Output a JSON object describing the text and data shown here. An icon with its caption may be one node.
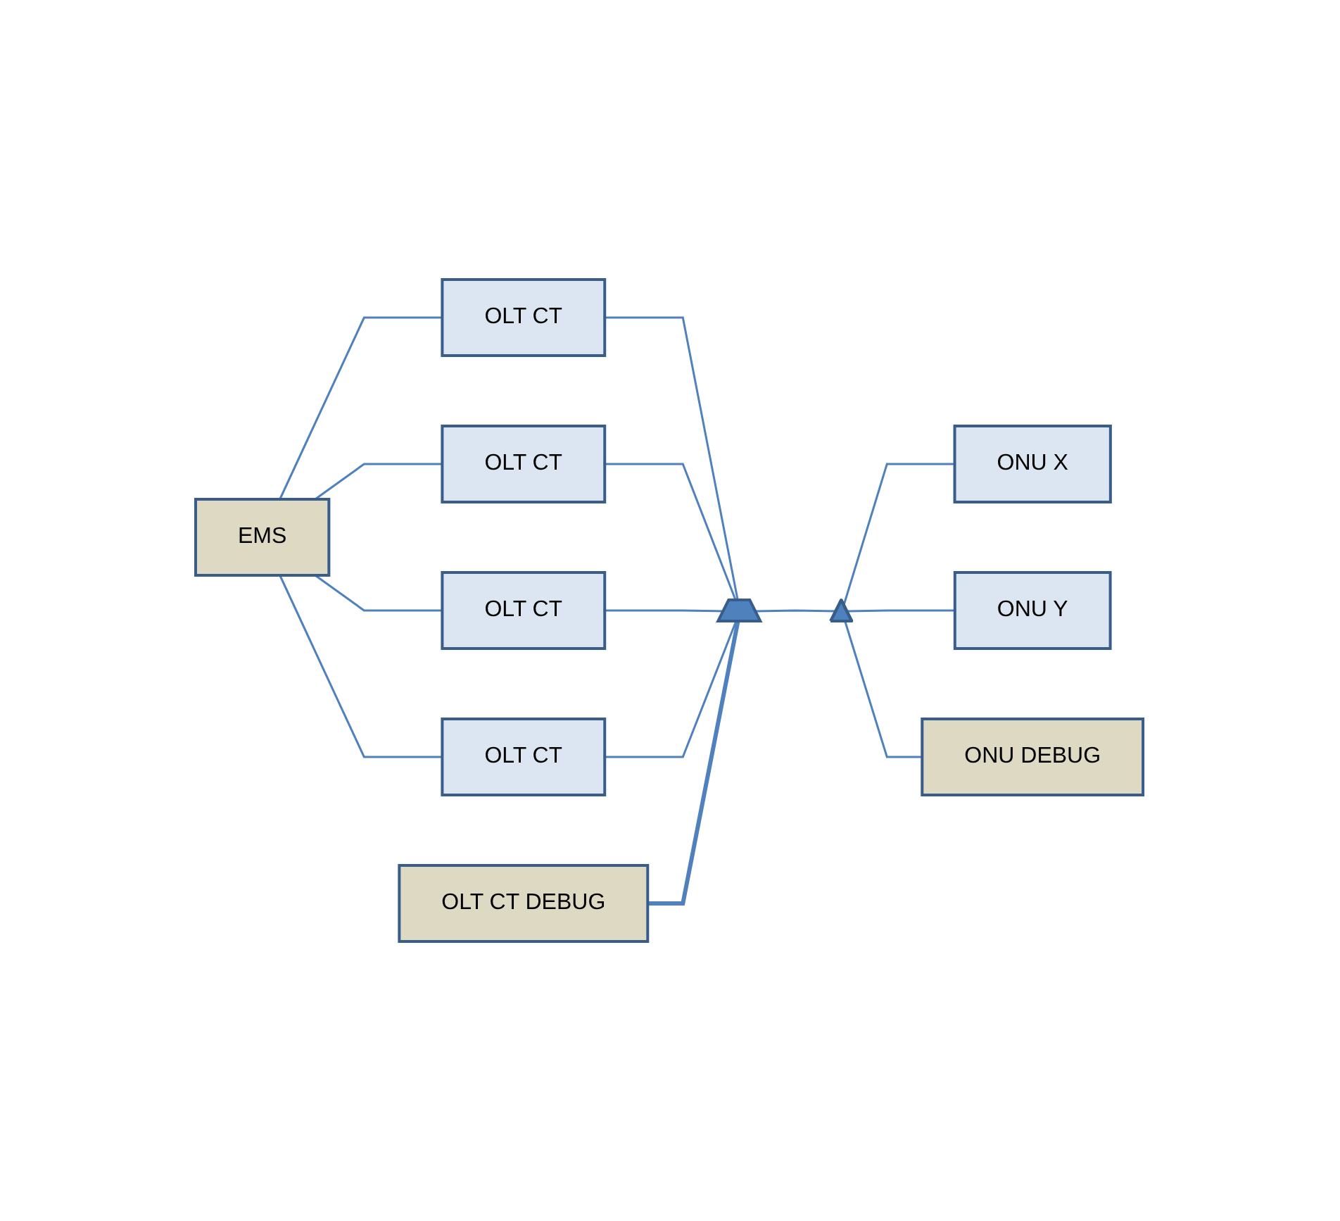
{
  "diagram": {
    "nodes": [
      {
        "text": [
          "EMS"
        ]
      },
      {
        "text": [
          "OLT CT"
        ]
      },
      {
        "text": [
          "OLT CT"
        ]
      },
      {
        "text": [
          "OLT CT"
        ]
      },
      {
        "text": [
          "OLT CT"
        ]
      },
      {
        "text": [
          "OLT CT DEBUG"
        ]
      },
      {
        "text": [],
        "shape": "trapezoid"
      },
      {
        "text": [],
        "shape": "triangle"
      },
      {
        "text": [
          "ONU X"
        ]
      },
      {
        "text": [
          "ONU Y"
        ]
      },
      {
        "text": [
          "ONU DEBUG"
        ]
      }
    ],
    "edges": [
      {
        "from": 0,
        "to": 1,
        "arrow": "none"
      },
      {
        "from": 0,
        "to": 2,
        "arrow": "none"
      },
      {
        "from": 0,
        "to": 3,
        "arrow": "none"
      },
      {
        "from": 0,
        "to": 4,
        "arrow": "none"
      },
      {
        "from": 1,
        "to": 6,
        "arrow": "none"
      },
      {
        "from": 2,
        "to": 6,
        "arrow": "none"
      },
      {
        "from": 3,
        "to": 6,
        "arrow": "none"
      },
      {
        "from": 4,
        "to": 6,
        "arrow": "none"
      },
      {
        "from": 5,
        "to": 6,
        "arrow": "none",
        "style": "thick"
      },
      {
        "from": 6,
        "to": 7,
        "arrow": "none"
      },
      {
        "from": 7,
        "to": 8,
        "arrow": "none"
      },
      {
        "from": 7,
        "to": 9,
        "arrow": "none"
      },
      {
        "from": 7,
        "to": 10,
        "arrow": "none"
      }
    ]
  }
}
